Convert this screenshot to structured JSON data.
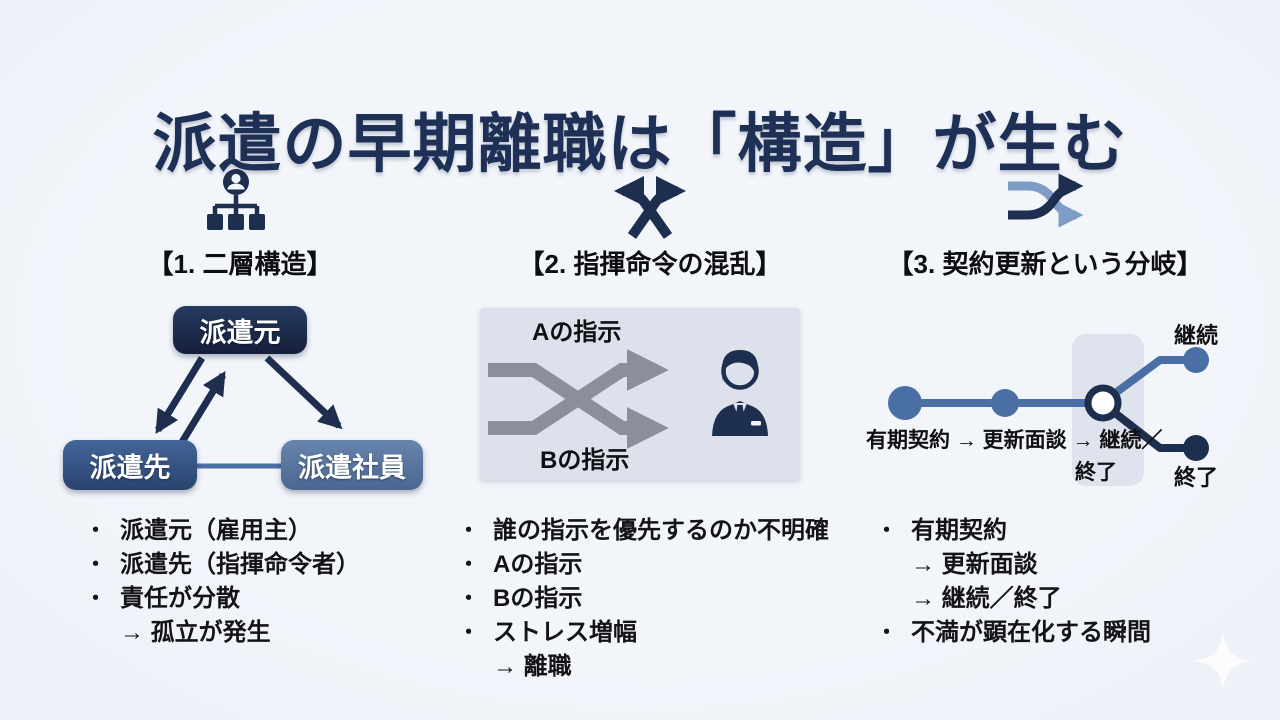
{
  "title": "派遣の早期離職は「構造」が生む",
  "colors": {
    "title": "#1e3055",
    "navy": "#1d2e4f",
    "medium_blue": "#3c5c8e",
    "light_slate_blue": "#5d7ca8",
    "line_blue": "#4a6fa5",
    "branch_light_blue": "#7d9dc7",
    "panel_gray": "#dce1eb",
    "arrow_gray": "#8a8f99",
    "background": "#f1f4f9"
  },
  "columns": [
    {
      "icon": "org-chart-icon",
      "header": "【1. 二層構造】",
      "diagram": {
        "top_node": "派遣元",
        "left_node": "派遣先",
        "right_node": "派遣社員"
      },
      "bullets": [
        {
          "marker": "・",
          "text": "派遣元（雇用主）"
        },
        {
          "marker": "・",
          "text": "派遣先（指揮命令者）"
        },
        {
          "marker": "・",
          "text": "責任が分散"
        },
        {
          "marker": "",
          "text": "→ 孤立が発生"
        }
      ]
    },
    {
      "icon": "crossing-arrows-icon",
      "header": "【2. 指揮命令の混乱】",
      "diagram": {
        "label_a": "Aの指示",
        "label_b": "Bの指示",
        "person": "businessman-icon"
      },
      "bullets": [
        {
          "marker": "・",
          "text": "誰の指示を優先するのか不明確"
        },
        {
          "marker": "・",
          "text": "Aの指示"
        },
        {
          "marker": "・",
          "text": "Bの指示"
        },
        {
          "marker": "・",
          "text": "ストレス増幅"
        },
        {
          "marker": "",
          "text": "→ 離職"
        }
      ]
    },
    {
      "icon": "shuffle-icon",
      "header": "【3. 契約更新という分岐】",
      "diagram": {
        "timeline_label_line1": "有期契約 → 更新面談 → 継続／",
        "timeline_label_line2": "終了",
        "branch_top_label": "継続",
        "branch_bottom_label": "終了"
      },
      "bullets": [
        {
          "marker": "・",
          "text": "有期契約"
        },
        {
          "marker": "",
          "text": "→ 更新面談"
        },
        {
          "marker": "",
          "text": "→ 継続／終了"
        },
        {
          "marker": "・",
          "text": "不満が顕在化する瞬間"
        }
      ]
    }
  ]
}
